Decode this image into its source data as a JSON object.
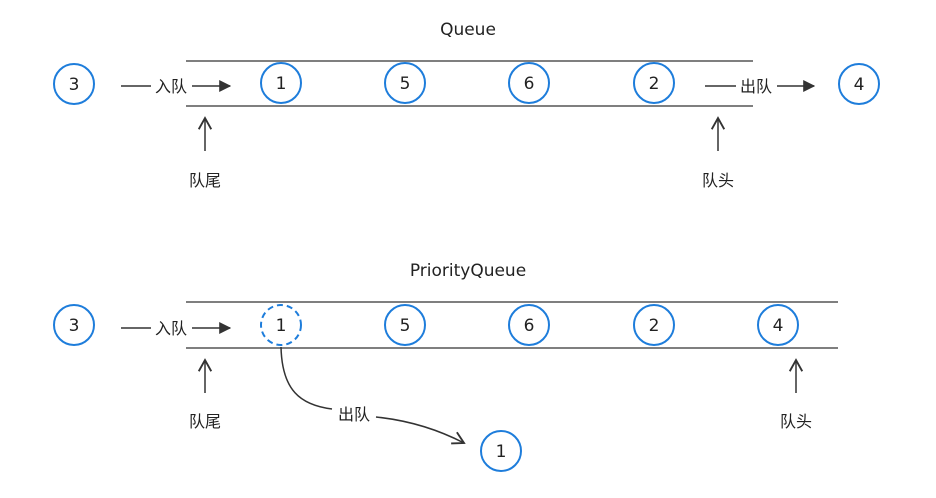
{
  "queue": {
    "title": "Queue",
    "incoming": "3",
    "enqueue_label": "入队",
    "items": [
      "1",
      "5",
      "6",
      "2"
    ],
    "dequeue_label": "出队",
    "outgoing": "4",
    "tail_label": "队尾",
    "head_label": "队头"
  },
  "priority_queue": {
    "title": "PriorityQueue",
    "incoming": "3",
    "enqueue_label": "入队",
    "items": [
      "1",
      "5",
      "6",
      "2",
      "4"
    ],
    "dequeue_label": "出队",
    "dequeued": "1",
    "tail_label": "队尾",
    "head_label": "队头"
  },
  "colors": {
    "node_stroke": "#1e7ddb",
    "line": "#333333"
  }
}
